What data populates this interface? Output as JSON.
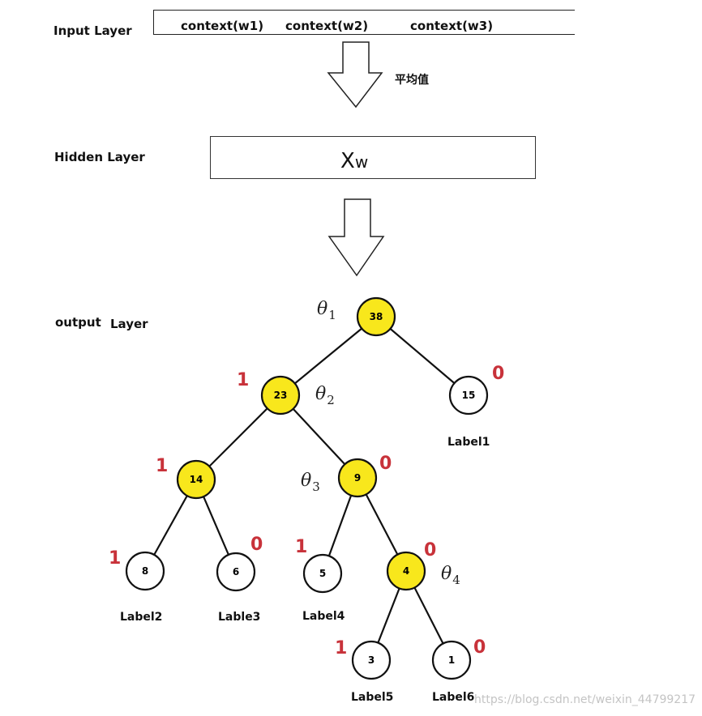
{
  "layers": {
    "input": "Input Layer",
    "hidden": "Hidden Layer",
    "output_word1": "output",
    "output_word2": "Layer"
  },
  "input_contexts": [
    "context(w1)",
    "context(w2)",
    "context(w3)"
  ],
  "average_label": "平均值",
  "hidden": {
    "main": "X",
    "sub": "w"
  },
  "tree": {
    "nodes": [
      {
        "id": "n38",
        "value": "38",
        "fill": "#f8e71c"
      },
      {
        "id": "n23",
        "value": "23",
        "fill": "#f8e71c"
      },
      {
        "id": "n15",
        "value": "15",
        "fill": "#ffffff"
      },
      {
        "id": "n14",
        "value": "14",
        "fill": "#f8e71c"
      },
      {
        "id": "n9",
        "value": "9",
        "fill": "#f8e71c"
      },
      {
        "id": "n8",
        "value": "8",
        "fill": "#ffffff"
      },
      {
        "id": "n6",
        "value": "6",
        "fill": "#ffffff"
      },
      {
        "id": "n5",
        "value": "5",
        "fill": "#ffffff"
      },
      {
        "id": "n4",
        "value": "4",
        "fill": "#f8e71c"
      },
      {
        "id": "n3",
        "value": "3",
        "fill": "#ffffff"
      },
      {
        "id": "n1",
        "value": "1",
        "fill": "#ffffff"
      }
    ],
    "edges": [
      [
        "n38",
        "n23"
      ],
      [
        "n38",
        "n15"
      ],
      [
        "n23",
        "n14"
      ],
      [
        "n23",
        "n9"
      ],
      [
        "n14",
        "n8"
      ],
      [
        "n14",
        "n6"
      ],
      [
        "n9",
        "n5"
      ],
      [
        "n9",
        "n4"
      ],
      [
        "n4",
        "n3"
      ],
      [
        "n4",
        "n1"
      ]
    ],
    "bits": [
      {
        "node": "n23",
        "value": "1"
      },
      {
        "node": "n15",
        "value": "0"
      },
      {
        "node": "n14",
        "value": "1"
      },
      {
        "node": "n9",
        "value": "0"
      },
      {
        "node": "n8",
        "value": "1"
      },
      {
        "node": "n6",
        "value": "0"
      },
      {
        "node": "n5",
        "value": "1"
      },
      {
        "node": "n4",
        "value": "0"
      },
      {
        "node": "n3",
        "value": "1"
      },
      {
        "node": "n1",
        "value": "0"
      }
    ],
    "thetas": [
      {
        "node": "n38",
        "symbol": "θ",
        "sub": "1"
      },
      {
        "node": "n23",
        "symbol": "θ",
        "sub": "2"
      },
      {
        "node": "n9",
        "symbol": "θ",
        "sub": "3"
      },
      {
        "node": "n4",
        "symbol": "θ",
        "sub": "4"
      }
    ],
    "leaf_labels": [
      {
        "node": "n15",
        "text": "Label1"
      },
      {
        "node": "n8",
        "text": "Label2"
      },
      {
        "node": "n6",
        "text": "Lable3"
      },
      {
        "node": "n5",
        "text": "Label4"
      },
      {
        "node": "n3",
        "text": "Label5"
      },
      {
        "node": "n1",
        "text": "Label6"
      }
    ]
  },
  "watermark": "https://blog.csdn.net/weixin_44799217"
}
